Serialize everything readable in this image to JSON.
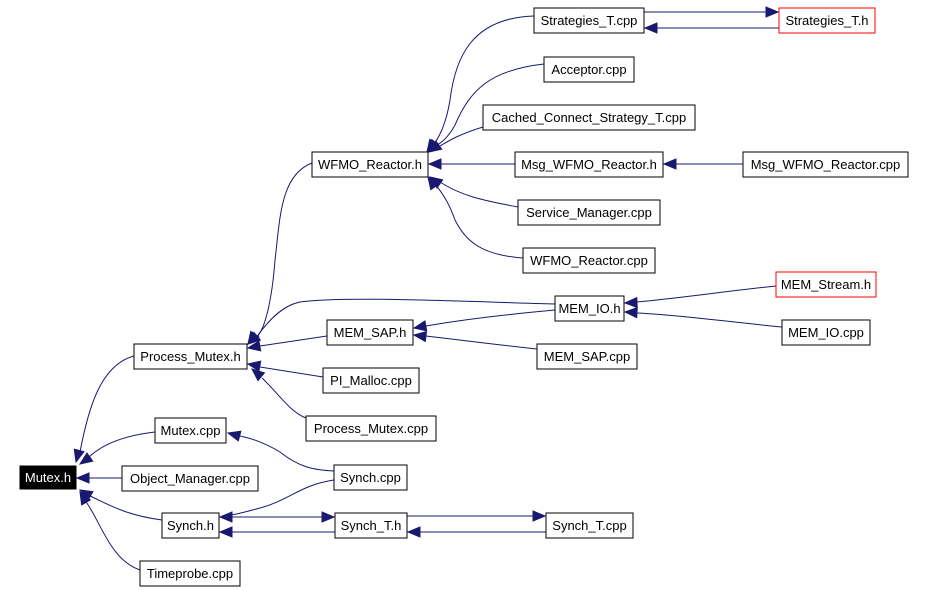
{
  "title": "Mutex.h include dependency graph",
  "colors": {
    "edge": "#191970",
    "node_border": "#000000",
    "node_border_incomplete": "#ff0000",
    "root_fill": "#000000",
    "root_text": "#ffffff"
  },
  "nodes": [
    {
      "id": "mutex_h",
      "label": "Mutex.h",
      "style": "root"
    },
    {
      "id": "process_mutex_h",
      "label": "Process_Mutex.h",
      "style": "normal"
    },
    {
      "id": "mutex_cpp",
      "label": "Mutex.cpp",
      "style": "normal"
    },
    {
      "id": "object_manager_cpp",
      "label": "Object_Manager.cpp",
      "style": "normal"
    },
    {
      "id": "synch_h",
      "label": "Synch.h",
      "style": "normal"
    },
    {
      "id": "timeprobe_cpp",
      "label": "Timeprobe.cpp",
      "style": "normal"
    },
    {
      "id": "wfmo_reactor_h",
      "label": "WFMO_Reactor.h",
      "style": "normal"
    },
    {
      "id": "mem_sap_h",
      "label": "MEM_SAP.h",
      "style": "normal"
    },
    {
      "id": "pi_malloc_cpp",
      "label": "PI_Malloc.cpp",
      "style": "normal"
    },
    {
      "id": "process_mutex_cpp",
      "label": "Process_Mutex.cpp",
      "style": "normal"
    },
    {
      "id": "synch_cpp",
      "label": "Synch.cpp",
      "style": "normal"
    },
    {
      "id": "synch_t_h",
      "label": "Synch_T.h",
      "style": "normal"
    },
    {
      "id": "strategies_t_cpp",
      "label": "Strategies_T.cpp",
      "style": "normal"
    },
    {
      "id": "acceptor_cpp",
      "label": "Acceptor.cpp",
      "style": "normal"
    },
    {
      "id": "cached_connect_strategy_t_cpp",
      "label": "Cached_Connect_Strategy_T.cpp",
      "style": "normal"
    },
    {
      "id": "msg_wfmo_reactor_h",
      "label": "Msg_WFMO_Reactor.h",
      "style": "normal"
    },
    {
      "id": "service_manager_cpp",
      "label": "Service_Manager.cpp",
      "style": "normal"
    },
    {
      "id": "wfmo_reactor_cpp",
      "label": "WFMO_Reactor.cpp",
      "style": "normal"
    },
    {
      "id": "mem_io_h",
      "label": "MEM_IO.h",
      "style": "normal"
    },
    {
      "id": "mem_sap_cpp",
      "label": "MEM_SAP.cpp",
      "style": "normal"
    },
    {
      "id": "synch_t_cpp",
      "label": "Synch_T.cpp",
      "style": "normal"
    },
    {
      "id": "strategies_t_h",
      "label": "Strategies_T.h",
      "style": "incomplete"
    },
    {
      "id": "msg_wfmo_reactor_cpp",
      "label": "Msg_WFMO_Reactor.cpp",
      "style": "normal"
    },
    {
      "id": "mem_stream_h",
      "label": "MEM_Stream.h",
      "style": "incomplete"
    },
    {
      "id": "mem_io_cpp",
      "label": "MEM_IO.cpp",
      "style": "normal"
    }
  ],
  "edges": [
    {
      "from": "process_mutex_h",
      "to": "mutex_h"
    },
    {
      "from": "mutex_cpp",
      "to": "mutex_h"
    },
    {
      "from": "object_manager_cpp",
      "to": "mutex_h"
    },
    {
      "from": "synch_h",
      "to": "mutex_h"
    },
    {
      "from": "timeprobe_cpp",
      "to": "mutex_h"
    },
    {
      "from": "wfmo_reactor_h",
      "to": "process_mutex_h"
    },
    {
      "from": "mem_io_h",
      "to": "process_mutex_h"
    },
    {
      "from": "mem_sap_h",
      "to": "process_mutex_h"
    },
    {
      "from": "pi_malloc_cpp",
      "to": "process_mutex_h"
    },
    {
      "from": "process_mutex_cpp",
      "to": "process_mutex_h"
    },
    {
      "from": "synch_cpp",
      "to": "mutex_cpp"
    },
    {
      "from": "synch_cpp",
      "to": "synch_h"
    },
    {
      "from": "synch_h",
      "to": "synch_t_h"
    },
    {
      "from": "synch_t_h",
      "to": "synch_h"
    },
    {
      "from": "synch_t_h",
      "to": "synch_t_cpp"
    },
    {
      "from": "synch_t_cpp",
      "to": "synch_t_h"
    },
    {
      "from": "strategies_t_cpp",
      "to": "wfmo_reactor_h"
    },
    {
      "from": "acceptor_cpp",
      "to": "wfmo_reactor_h"
    },
    {
      "from": "cached_connect_strategy_t_cpp",
      "to": "wfmo_reactor_h"
    },
    {
      "from": "msg_wfmo_reactor_h",
      "to": "wfmo_reactor_h"
    },
    {
      "from": "service_manager_cpp",
      "to": "wfmo_reactor_h"
    },
    {
      "from": "wfmo_reactor_cpp",
      "to": "wfmo_reactor_h"
    },
    {
      "from": "strategies_t_cpp",
      "to": "strategies_t_h"
    },
    {
      "from": "strategies_t_h",
      "to": "strategies_t_cpp"
    },
    {
      "from": "msg_wfmo_reactor_cpp",
      "to": "msg_wfmo_reactor_h"
    },
    {
      "from": "mem_io_h",
      "to": "mem_sap_h"
    },
    {
      "from": "mem_sap_cpp",
      "to": "mem_sap_h"
    },
    {
      "from": "mem_stream_h",
      "to": "mem_io_h"
    },
    {
      "from": "mem_io_cpp",
      "to": "mem_io_h"
    }
  ]
}
